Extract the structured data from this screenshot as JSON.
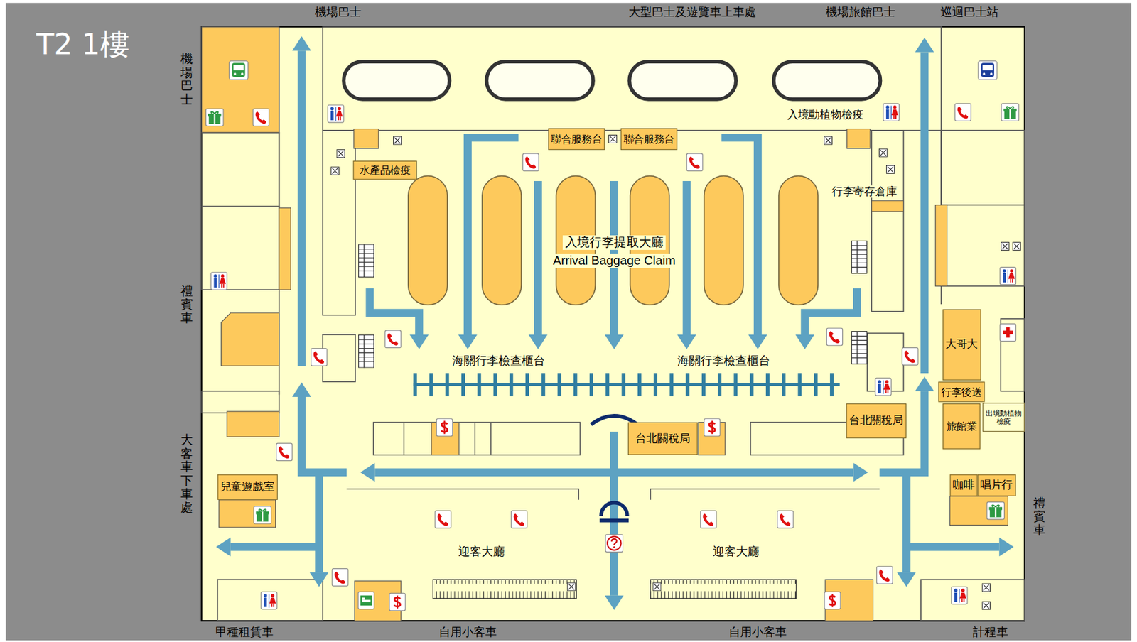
{
  "diagram": {
    "title": "T2 1樓",
    "nodes": [
      {
        "text": [
          "聯合服務台"
        ]
      },
      {
        "text": [
          "聯合服務台"
        ]
      },
      {
        "text": [
          "水產品檢疫"
        ]
      },
      {
        "text": [
          "大哥大"
        ]
      },
      {
        "text": [
          "行李後送"
        ]
      },
      {
        "text": [
          "台北關稅局"
        ]
      },
      {
        "text": [
          "台北關稅局"
        ]
      },
      {
        "text": [
          "旅館業"
        ]
      },
      {
        "text": [
          "出境動植物檢疫"
        ]
      },
      {
        "text": [
          "兒童遊戲室"
        ]
      },
      {
        "text": [
          "咖啡"
        ]
      },
      {
        "text": [
          "唱片行"
        ]
      }
    ],
    "labels": [
      "機場巴士",
      "大型巴士及遊覽車上車處",
      "機場旅館巴士",
      "巡迴巴士站",
      "機場巴士",
      "入境動植物檢疫",
      "行李寄存倉庫",
      "入境行李提取大廳",
      "Arrival Baggage Claim",
      "禮賓車",
      "海關行李檢查櫃台",
      "海關行李檢查櫃台",
      "大客車下車處",
      "禮賓車",
      "迎客大廳",
      "迎客大廳",
      "甲種租賃車",
      "自用小客車",
      "自用小客車",
      "計程車"
    ]
  }
}
